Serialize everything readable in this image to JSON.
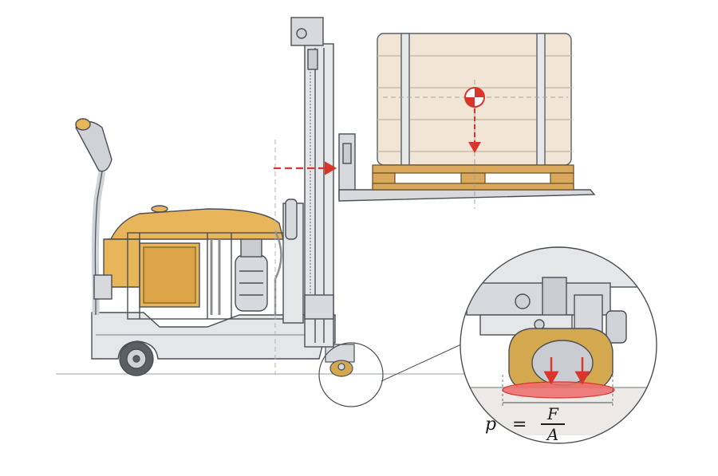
{
  "formula": {
    "lhs": "p",
    "equals": "=",
    "numerator": "F",
    "denominator": "A"
  },
  "colors": {
    "ink": "#4a4f55",
    "body_yellow": "#e8b55a",
    "steel": "#c9ccd0",
    "crate": "#f1e6d6",
    "pallet_wood": "#d9a85a",
    "force_red": "#d9352b",
    "contact_patch": "#ef6b6b",
    "tire": "#d4a84f"
  },
  "icons": [
    "center-of-gravity-icon",
    "force-arrow-icon",
    "magnifier-callout-icon"
  ]
}
